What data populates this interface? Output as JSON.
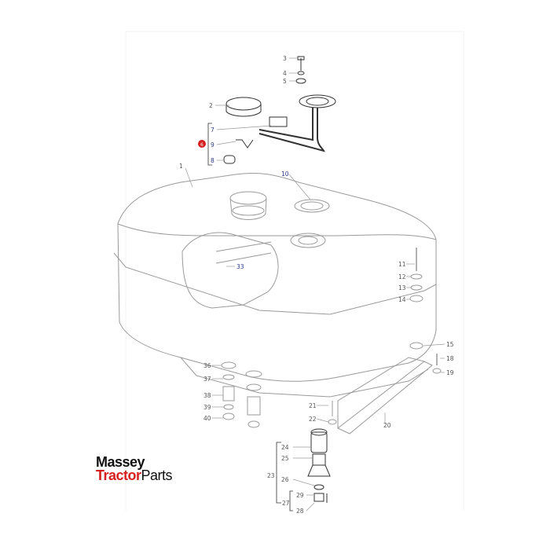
{
  "colors": {
    "line": "#9a9a9a",
    "dark_line": "#333333",
    "callout": "#555555",
    "callout_blue": "#2a3a8a",
    "highlight": "#d62020",
    "brand_red": "#d62020"
  },
  "logo": {
    "line1": "Massey",
    "line2a": "Tractor",
    "line2b": "Parts"
  },
  "callouts": {
    "c1": "1",
    "c2": "2",
    "c3": "3",
    "c4": "4",
    "c5": "5",
    "c6": "6",
    "c7": "7",
    "c8": "8",
    "c9": "9",
    "c10": "10",
    "c11": "11",
    "c12": "12",
    "c13": "13",
    "c14": "14",
    "c15": "15",
    "c18": "18",
    "c19": "19",
    "c20": "20",
    "c21": "21",
    "c22": "22",
    "c23": "23",
    "c24": "24",
    "c25": "25",
    "c26": "26",
    "c27": "27",
    "c28": "28",
    "c29": "29",
    "c33": "33",
    "c36": "36",
    "c37": "37",
    "c38": "38",
    "c39": "39",
    "c40": "40"
  }
}
